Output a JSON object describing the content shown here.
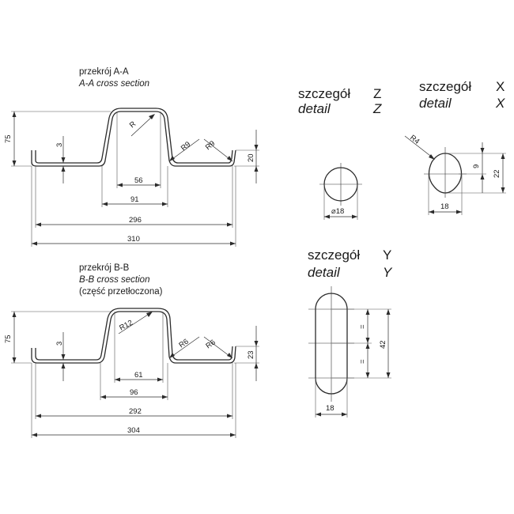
{
  "section_aa": {
    "title_pl": "przekrój A-A",
    "title_en": "A-A cross section",
    "dims": {
      "height_total": "75",
      "thickness": "3",
      "radius_top": "R",
      "radius_left": "R9",
      "radius_right": "R9",
      "height_right": "20",
      "top_width": "56",
      "bottom_width": "91",
      "span_inner": "296",
      "span_total": "310"
    }
  },
  "section_bb": {
    "title_pl": "przekrój B-B",
    "title_en": "B-B cross section",
    "subtitle": "(część przetłoczona)",
    "dims": {
      "height_total": "75",
      "thickness": "3",
      "radius_top": "R12",
      "radius_left": "R6",
      "radius_right": "R6",
      "height_right": "23",
      "top_width": "61",
      "bottom_width": "96",
      "span_inner": "292",
      "span_total": "304"
    }
  },
  "detail_z": {
    "title_pl": "szczegół",
    "title_en": "detail",
    "letter": "Z",
    "diameter": "⌀18"
  },
  "detail_x": {
    "title_pl": "szczegół",
    "title_en": "detail",
    "letter": "X",
    "radius": "R4",
    "height_small": "9",
    "height_total": "22",
    "width": "18"
  },
  "detail_y": {
    "title_pl": "szczegół",
    "title_en": "detail",
    "letter": "Y",
    "eq_mark": "=",
    "height": "42",
    "width": "18"
  }
}
